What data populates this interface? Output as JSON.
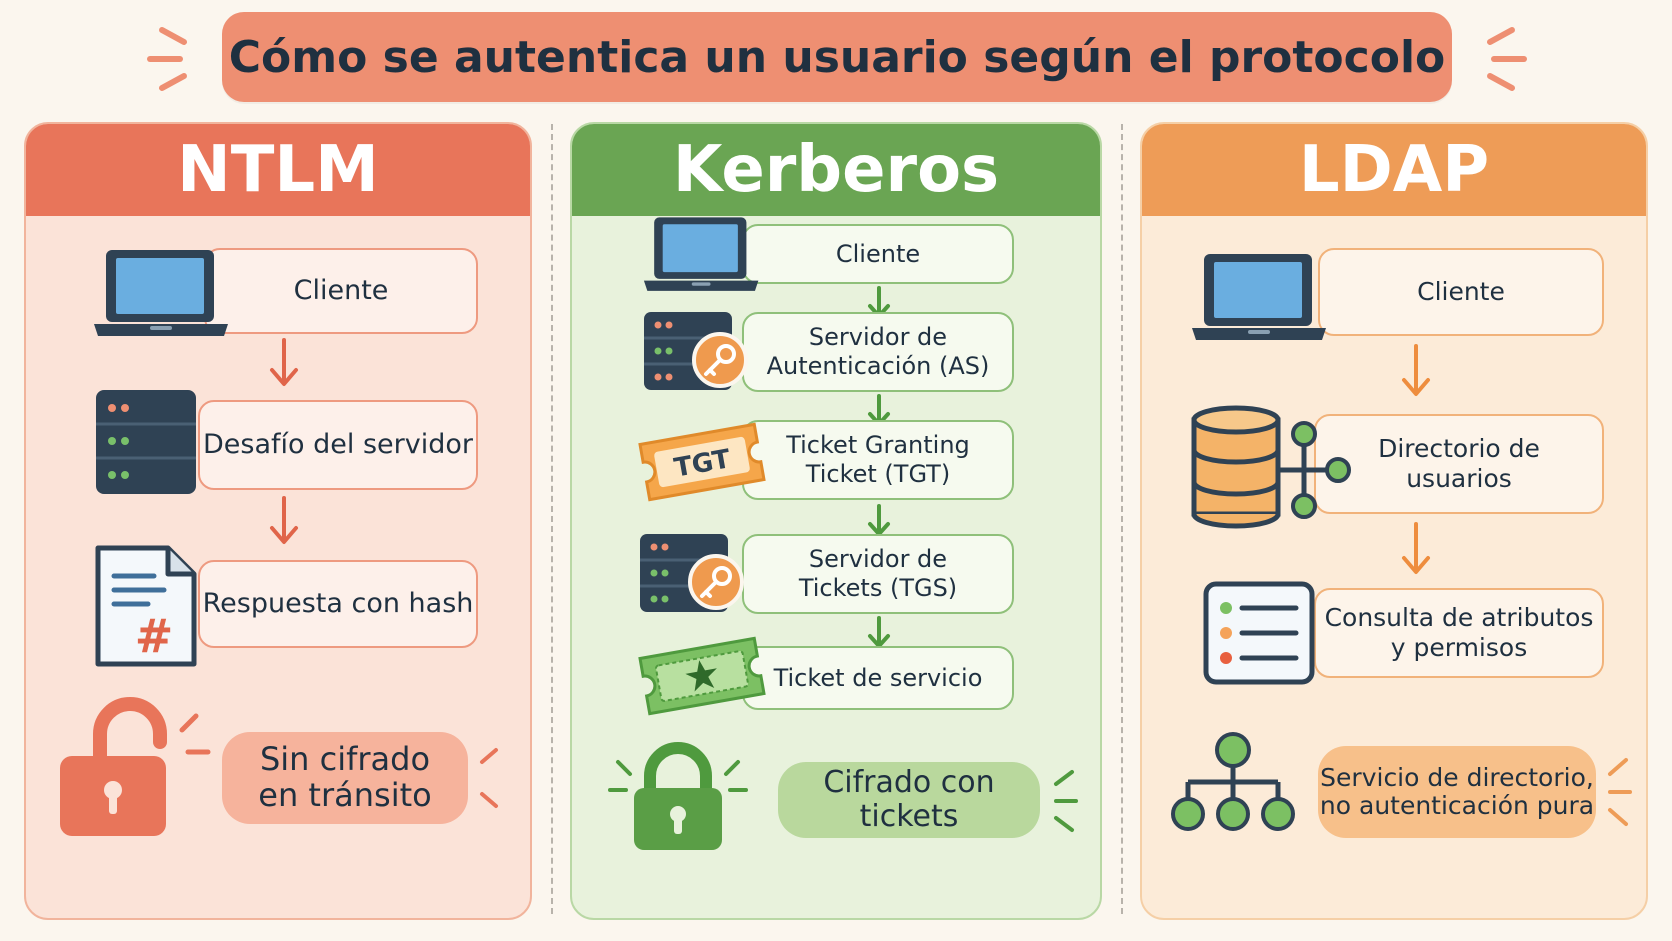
{
  "title": "Cómo se autentica un usuario según el protocolo",
  "colors": {
    "background": "#fbf6ee",
    "ntlm": "#e8755a",
    "kerberos": "#6aa553",
    "ldap": "#ee9c57",
    "text": "#1f3040"
  },
  "ntlm": {
    "title": "NTLM",
    "steps": [
      {
        "label": "Cliente",
        "icon": "laptop-icon"
      },
      {
        "label": "Desafío del servidor",
        "icon": "server-icon"
      },
      {
        "label": "Respuesta con hash",
        "icon": "hash-document-icon"
      }
    ],
    "footer_icon": "unlocked-padlock-icon",
    "footer": "Sin cifrado\nen tránsito"
  },
  "kerberos": {
    "title": "Kerberos",
    "steps": [
      {
        "label": "Cliente",
        "icon": "laptop-icon"
      },
      {
        "label": "Servidor de\nAutenticación (AS)",
        "icon": "server-key-icon"
      },
      {
        "label": "Ticket Granting\nTicket (TGT)",
        "icon": "tgt-ticket-icon",
        "badge": "TGT"
      },
      {
        "label": "Servidor de\nTickets (TGS)",
        "icon": "server-key-icon"
      },
      {
        "label": "Ticket de servicio",
        "icon": "service-ticket-icon"
      }
    ],
    "footer_icon": "locked-padlock-icon",
    "footer": "Cifrado con tickets"
  },
  "ldap": {
    "title": "LDAP",
    "steps": [
      {
        "label": "Cliente",
        "icon": "laptop-icon"
      },
      {
        "label": "Directorio de\nusuarios",
        "icon": "database-tree-icon"
      },
      {
        "label": "Consulta de atributos\ny permisos",
        "icon": "attribute-list-icon"
      }
    ],
    "footer_icon": "hierarchy-icon",
    "footer": "Servicio de directorio,\nno autenticación pura"
  }
}
